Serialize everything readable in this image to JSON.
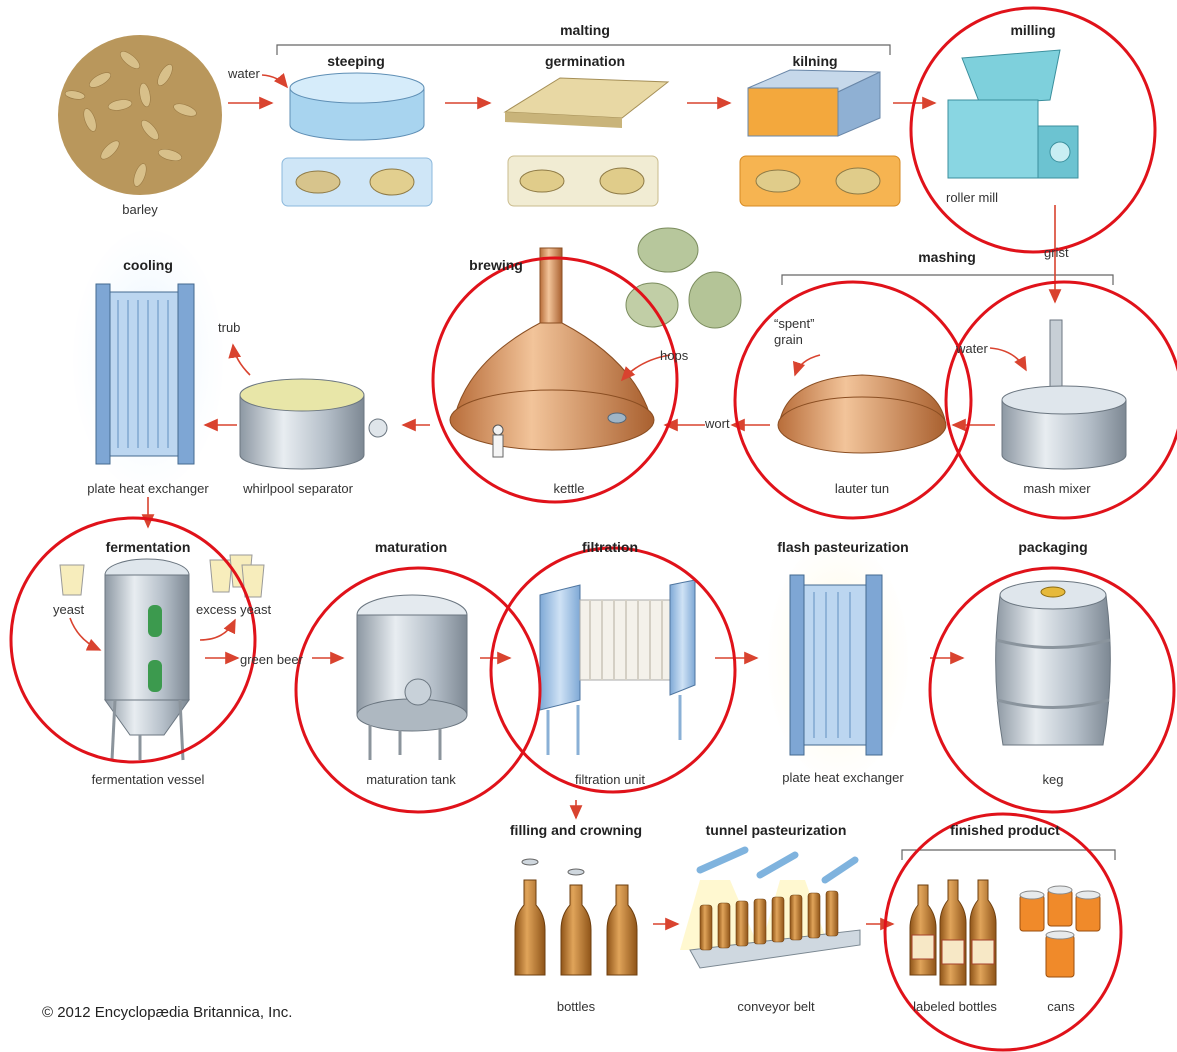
{
  "colors": {
    "arrow": "#d9432f",
    "highlight_circle": "#e0121a",
    "steel": "#b9c3cc",
    "copper": "#d48f5c",
    "blue_unit": "#9fc4e8",
    "bottle": "#b8742c"
  },
  "sections": {
    "malting": "malting",
    "steeping": "steeping",
    "germination": "germination",
    "kilning": "kilning",
    "milling": "milling",
    "mashing": "mashing",
    "brewing": "brewing",
    "cooling": "cooling",
    "fermentation": "fermentation",
    "maturation": "maturation",
    "filtration": "filtration",
    "flash_pasteurization": "flash pasteurization",
    "packaging": "packaging",
    "filling_and_crowning": "filling and crowning",
    "tunnel_pasteurization": "tunnel pasteurization",
    "finished_product": "finished product"
  },
  "labels": {
    "barley": "barley",
    "water_1": "water",
    "roller_mill": "roller mill",
    "grist": "grist",
    "spent_grain": "“spent” grain",
    "water_2": "water",
    "hops": "hops",
    "trub": "trub",
    "wort": "wort",
    "plate_heat_exchanger_1": "plate heat exchanger",
    "whirlpool_separator": "whirlpool separator",
    "kettle": "kettle",
    "lauter_tun": "lauter tun",
    "mash_mixer": "mash mixer",
    "yeast": "yeast",
    "excess_yeast": "excess yeast",
    "green_beer": "green beer",
    "fermentation_vessel": "fermentation vessel",
    "maturation_tank": "maturation tank",
    "filtration_unit": "filtration unit",
    "plate_heat_exchanger_2": "plate heat exchanger",
    "keg": "keg",
    "bottles": "bottles",
    "conveyor_belt": "conveyor belt",
    "labeled_bottles": "labeled bottles",
    "cans": "cans"
  },
  "copyright": "© 2012 Encyclopædia Britannica, Inc."
}
